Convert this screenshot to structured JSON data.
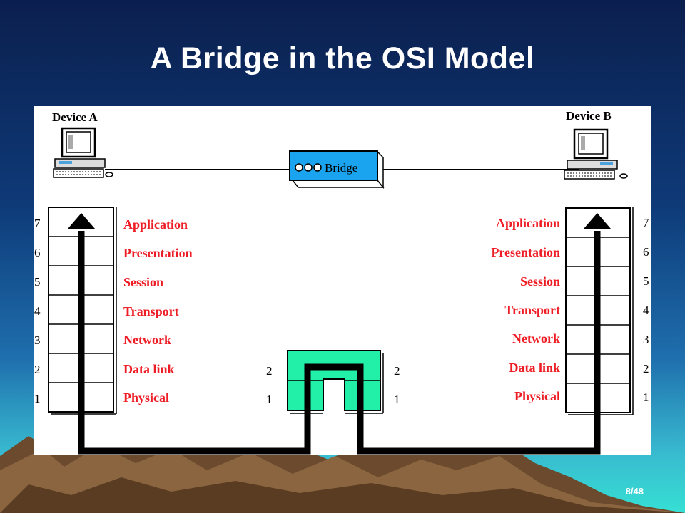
{
  "slide": {
    "title": "A Bridge in the OSI Model",
    "page_number": "8/48"
  },
  "diagram": {
    "device_a_label": "Device A",
    "device_b_label": "Device B",
    "bridge_label": "Bridge",
    "layers": [
      {
        "number": "7",
        "name": "Application"
      },
      {
        "number": "6",
        "name": "Presentation"
      },
      {
        "number": "5",
        "name": "Session"
      },
      {
        "number": "4",
        "name": "Transport"
      },
      {
        "number": "3",
        "name": "Network"
      },
      {
        "number": "2",
        "name": "Data link"
      },
      {
        "number": "1",
        "name": "Physical"
      }
    ],
    "bridge_layers": [
      {
        "number": "2"
      },
      {
        "number": "1"
      }
    ],
    "colors": {
      "layer_text": "#ee1c24",
      "bridge_box": "#1aa3ee",
      "bridge_stack": "#22f0a8",
      "panel": "#ffffff"
    }
  }
}
